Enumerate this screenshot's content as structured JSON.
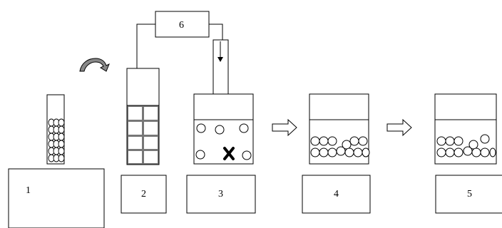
{
  "labels": {
    "box1": "1",
    "box2": "2",
    "box3": "3",
    "box4": "4",
    "box5": "5",
    "box6": "6"
  },
  "icons": {
    "rotate": "curved-arrow-icon",
    "step_arrow": "hollow-right-arrow-icon",
    "removed_cell": "x-mark-icon"
  }
}
